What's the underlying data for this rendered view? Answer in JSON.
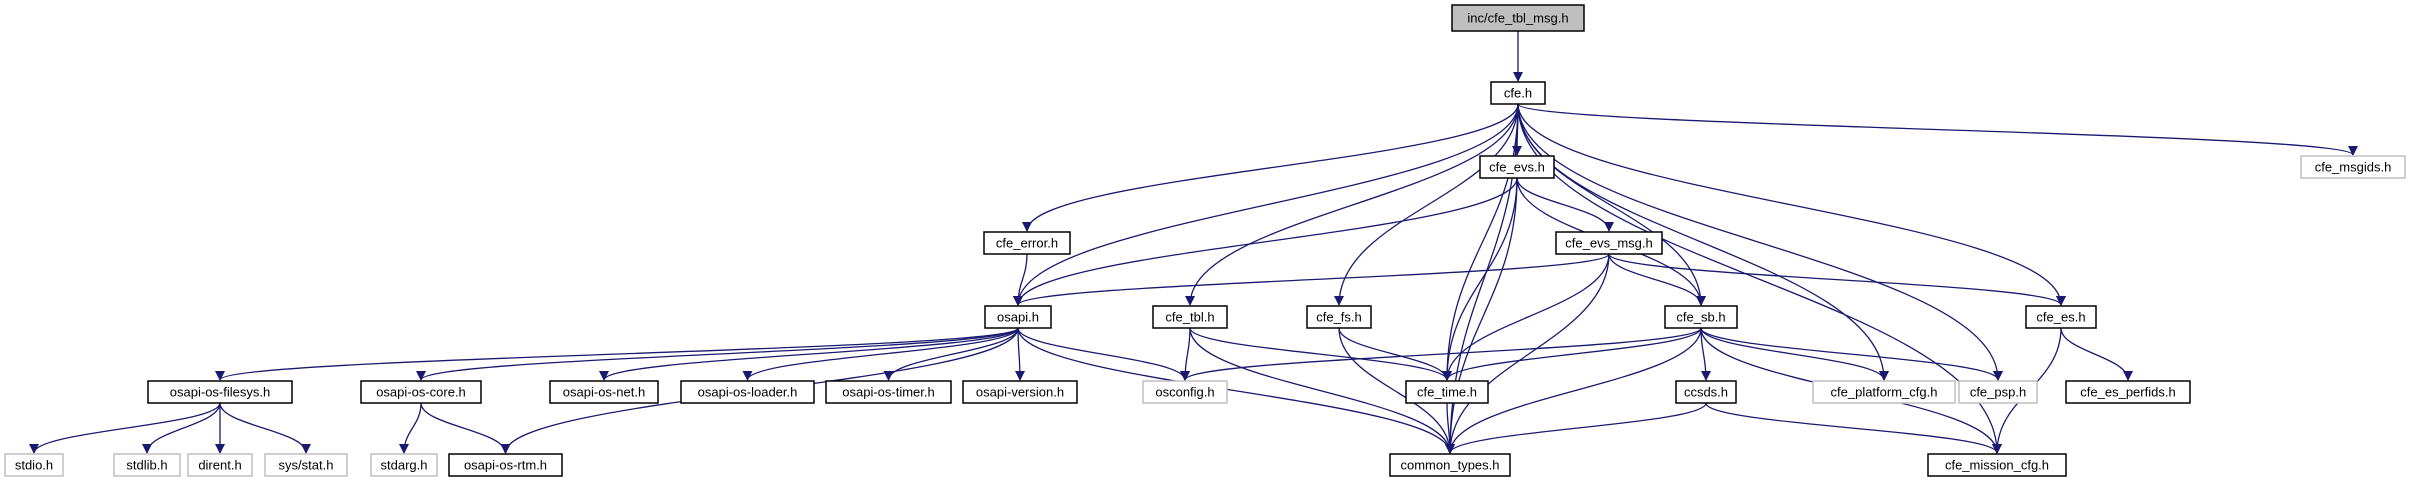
{
  "diagram": {
    "colors": {
      "edge": "#191970",
      "box_border": "#000000",
      "box_border_external": "#bfbfbf",
      "root_fill": "#bfbfbf",
      "text": "#000000",
      "text_external": "#000000"
    },
    "nodes": [
      {
        "id": "root",
        "label": "inc/cfe_tbl_msg.h",
        "kind": "root"
      },
      {
        "id": "cfe",
        "label": "cfe.h",
        "kind": "normal"
      },
      {
        "id": "cfe_evs",
        "label": "cfe_evs.h",
        "kind": "normal"
      },
      {
        "id": "cfe_msgids",
        "label": "cfe_msgids.h",
        "kind": "external"
      },
      {
        "id": "cfe_error",
        "label": "cfe_error.h",
        "kind": "normal"
      },
      {
        "id": "cfe_evs_msg",
        "label": "cfe_evs_msg.h",
        "kind": "normal"
      },
      {
        "id": "osapi",
        "label": "osapi.h",
        "kind": "normal"
      },
      {
        "id": "cfe_tbl",
        "label": "cfe_tbl.h",
        "kind": "normal"
      },
      {
        "id": "cfe_fs",
        "label": "cfe_fs.h",
        "kind": "normal"
      },
      {
        "id": "cfe_sb",
        "label": "cfe_sb.h",
        "kind": "normal"
      },
      {
        "id": "cfe_es",
        "label": "cfe_es.h",
        "kind": "normal"
      },
      {
        "id": "filesys",
        "label": "osapi-os-filesys.h",
        "kind": "normal"
      },
      {
        "id": "core",
        "label": "osapi-os-core.h",
        "kind": "normal"
      },
      {
        "id": "net",
        "label": "osapi-os-net.h",
        "kind": "normal"
      },
      {
        "id": "loader",
        "label": "osapi-os-loader.h",
        "kind": "normal"
      },
      {
        "id": "timer",
        "label": "osapi-os-timer.h",
        "kind": "normal"
      },
      {
        "id": "version",
        "label": "osapi-version.h",
        "kind": "normal"
      },
      {
        "id": "osconfig",
        "label": "osconfig.h",
        "kind": "external"
      },
      {
        "id": "cfe_time",
        "label": "cfe_time.h",
        "kind": "normal"
      },
      {
        "id": "ccsds",
        "label": "ccsds.h",
        "kind": "normal"
      },
      {
        "id": "platform_cfg",
        "label": "cfe_platform_cfg.h",
        "kind": "external"
      },
      {
        "id": "psp",
        "label": "cfe_psp.h",
        "kind": "external"
      },
      {
        "id": "perfids",
        "label": "cfe_es_perfids.h",
        "kind": "normal"
      },
      {
        "id": "stdio",
        "label": "stdio.h",
        "kind": "external"
      },
      {
        "id": "stdlib",
        "label": "stdlib.h",
        "kind": "external"
      },
      {
        "id": "dirent",
        "label": "dirent.h",
        "kind": "external"
      },
      {
        "id": "stat",
        "label": "sys/stat.h",
        "kind": "external"
      },
      {
        "id": "stdarg",
        "label": "stdarg.h",
        "kind": "external"
      },
      {
        "id": "rtm",
        "label": "osapi-os-rtm.h",
        "kind": "normal"
      },
      {
        "id": "common_types",
        "label": "common_types.h",
        "kind": "normal"
      },
      {
        "id": "mission_cfg",
        "label": "cfe_mission_cfg.h",
        "kind": "normal"
      }
    ],
    "edges": [
      [
        "root",
        "cfe"
      ],
      [
        "cfe",
        "cfe_evs"
      ],
      [
        "cfe",
        "cfe_msgids"
      ],
      [
        "cfe",
        "cfe_error"
      ],
      [
        "cfe",
        "osapi"
      ],
      [
        "cfe",
        "cfe_tbl"
      ],
      [
        "cfe",
        "cfe_fs"
      ],
      [
        "cfe",
        "cfe_sb"
      ],
      [
        "cfe",
        "cfe_es"
      ],
      [
        "cfe",
        "cfe_time"
      ],
      [
        "cfe",
        "common_types"
      ],
      [
        "cfe",
        "platform_cfg"
      ],
      [
        "cfe",
        "psp"
      ],
      [
        "cfe",
        "mission_cfg"
      ],
      [
        "cfe_evs",
        "cfe_evs_msg"
      ],
      [
        "cfe_evs",
        "osapi"
      ],
      [
        "cfe_evs",
        "cfe_sb"
      ],
      [
        "cfe_evs",
        "cfe_time"
      ],
      [
        "cfe_evs",
        "common_types"
      ],
      [
        "cfe_error",
        "osapi"
      ],
      [
        "cfe_evs_msg",
        "osapi"
      ],
      [
        "cfe_evs_msg",
        "cfe_sb"
      ],
      [
        "cfe_evs_msg",
        "cfe_es"
      ],
      [
        "cfe_evs_msg",
        "cfe_time"
      ],
      [
        "cfe_evs_msg",
        "common_types"
      ],
      [
        "osapi",
        "filesys"
      ],
      [
        "osapi",
        "core"
      ],
      [
        "osapi",
        "net"
      ],
      [
        "osapi",
        "loader"
      ],
      [
        "osapi",
        "timer"
      ],
      [
        "osapi",
        "version"
      ],
      [
        "osapi",
        "osconfig"
      ],
      [
        "osapi",
        "rtm"
      ],
      [
        "osapi",
        "common_types"
      ],
      [
        "cfe_tbl",
        "osconfig"
      ],
      [
        "cfe_tbl",
        "cfe_time"
      ],
      [
        "cfe_tbl",
        "common_types"
      ],
      [
        "cfe_fs",
        "cfe_time"
      ],
      [
        "cfe_fs",
        "common_types"
      ],
      [
        "cfe_sb",
        "osconfig"
      ],
      [
        "cfe_sb",
        "cfe_time"
      ],
      [
        "cfe_sb",
        "ccsds"
      ],
      [
        "cfe_sb",
        "platform_cfg"
      ],
      [
        "cfe_sb",
        "psp"
      ],
      [
        "cfe_sb",
        "common_types"
      ],
      [
        "cfe_sb",
        "mission_cfg"
      ],
      [
        "cfe_es",
        "perfids"
      ],
      [
        "cfe_es",
        "mission_cfg"
      ],
      [
        "filesys",
        "stdio"
      ],
      [
        "filesys",
        "stdlib"
      ],
      [
        "filesys",
        "dirent"
      ],
      [
        "filesys",
        "stat"
      ],
      [
        "core",
        "stdarg"
      ],
      [
        "core",
        "rtm"
      ],
      [
        "cfe_time",
        "common_types"
      ],
      [
        "ccsds",
        "common_types"
      ],
      [
        "ccsds",
        "mission_cfg"
      ]
    ]
  }
}
